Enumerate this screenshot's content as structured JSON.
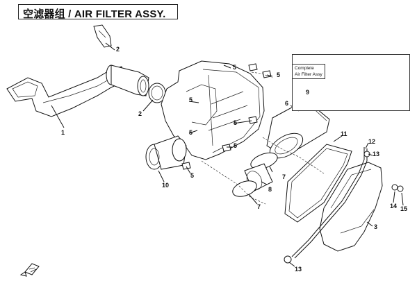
{
  "title": "空滤器组 / AIR FILTER ASSY.",
  "inset": {
    "label_line1": "Complete",
    "label_line2": "Air Filter Assy"
  },
  "callouts": {
    "c1": "1",
    "c2a": "2",
    "c2b": "2",
    "c3": "3",
    "c5a": "5",
    "c5b": "5",
    "c5c": "5",
    "c5d": "5",
    "c5e": "5",
    "c5f": "5",
    "c6": "6",
    "c7a": "7",
    "c7b": "7",
    "c8": "8",
    "c9": "9",
    "c10": "10",
    "c11": "11",
    "c12": "12",
    "c13a": "13",
    "c13b": "13",
    "c14": "14",
    "c15": "15"
  },
  "colors": {
    "line": "#111111",
    "background": "#ffffff"
  },
  "icons": {
    "front_arrow": "front-direction-arrow-icon"
  }
}
